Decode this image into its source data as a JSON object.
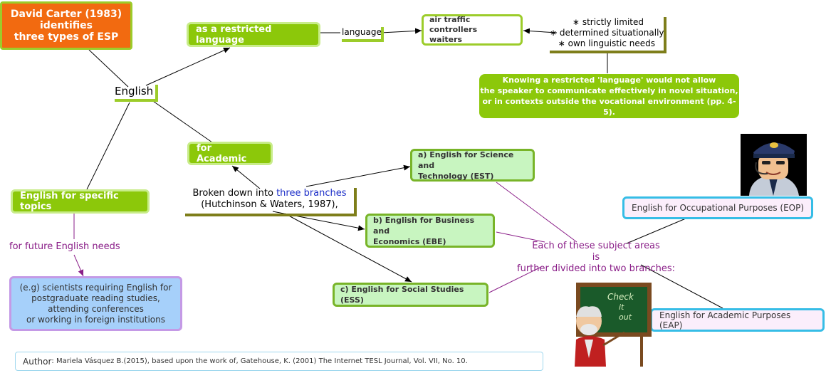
{
  "root_node": {
    "line1": "David Carter (1983)",
    "line2": "identifies",
    "line3": "three types of ESP"
  },
  "english_label": "English",
  "restricted_language": "as a restricted language",
  "language_label": "language",
  "examples": {
    "line1": "air traffic controllers",
    "line2": "waiters"
  },
  "characteristics": [
    "strictly limited",
    "determined situationally",
    "own linguistic needs"
  ],
  "bullet": "∗",
  "restricted_note": {
    "line1": "Knowing a restricted 'language' would not allow",
    "line2": "the speaker to communicate effectively in novel situation,",
    "line3": "or in contexts outside the vocational environment (pp. 4-5)."
  },
  "for_academic": "for Academic",
  "broken_down": {
    "prefix": "Broken down into ",
    "highlight": "three branches",
    "line2": "(Hutchinson & Waters, 1987),"
  },
  "branches": {
    "est": {
      "line1": "a) English for Science and",
      "line2": "Technology (EST)"
    },
    "ebe": {
      "line1": "b) English for Business and",
      "line2": "Economics (EBE)"
    },
    "ess": "c) English for Social Studies (ESS)"
  },
  "subdivided": {
    "line1": "Each of these subject areas",
    "line2": "is",
    "line3": "further divided into two branches:"
  },
  "eop": "English for Occupational Purposes (EOP)",
  "eap": "English for Academic Purposes (EAP)",
  "specific_topics": "English for specific topics",
  "future_needs": "for future English needs",
  "example_topics": {
    "line1": "(e.g) scientists requiring English for",
    "line2": "postgraduate reading studies,",
    "line3": "attending conferences",
    "line4": "or working in foreign institutions"
  },
  "author": {
    "label": "Author",
    "text": ": Mariela Vásquez B.(2015), based upon the work of,  Gatehouse, K. (2001) The Internet TESL Journal, Vol. VII, No. 10."
  },
  "chalkboard_text": {
    "line1": "Check",
    "line2": "it",
    "line3": "out"
  },
  "colors": {
    "green": "#8cc80a",
    "orange": "#f26a10",
    "purple": "#8a1e88",
    "blue_link": "#1c2ec8",
    "cyan_border": "#36bde6"
  }
}
